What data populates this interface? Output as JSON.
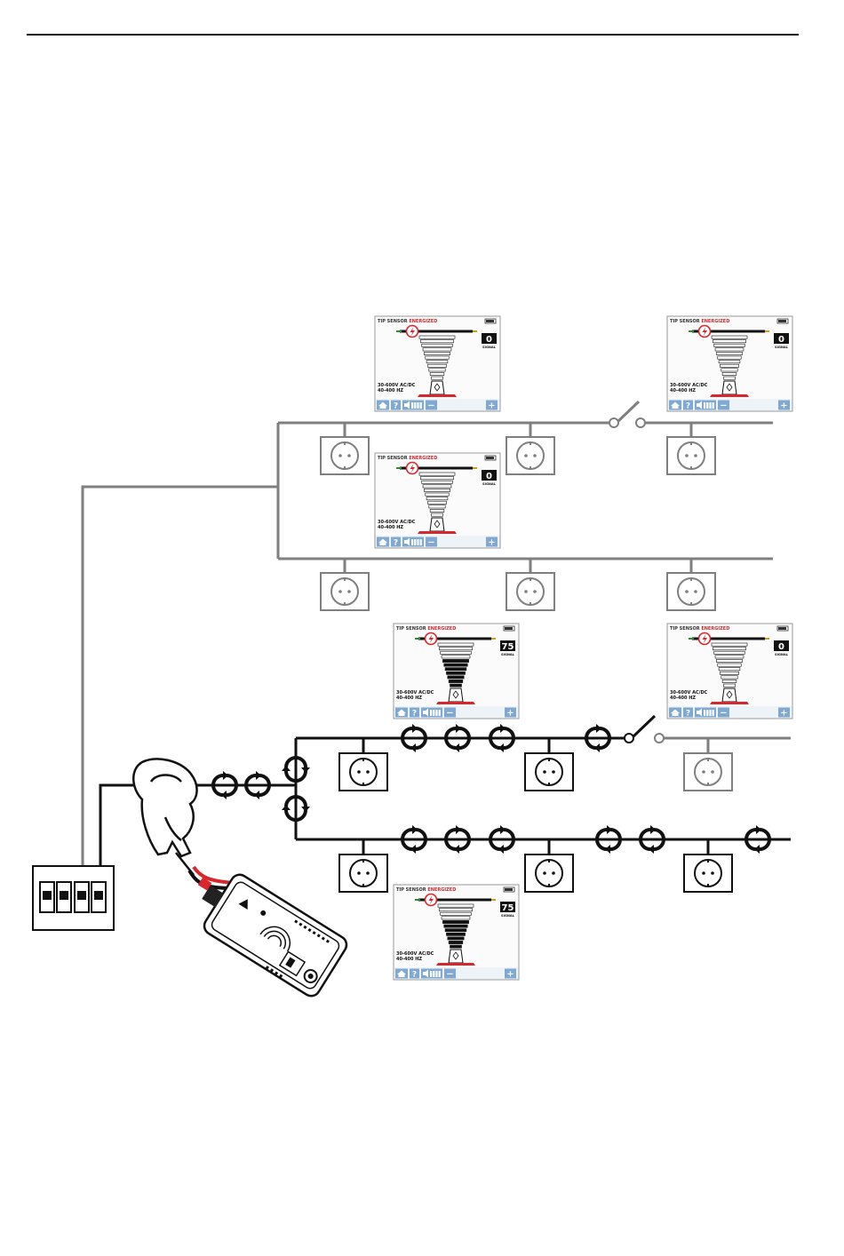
{
  "colors": {
    "wire_black": "#111111",
    "wire_grey": "#7f7f7f",
    "screen_red": "#d8262b",
    "screen_blue": "#7fa9d3",
    "screen_bg": "#fbfbfb"
  },
  "screen": {
    "title_prefix": "TIP SENSOR",
    "title_status": "ENERGIZED",
    "signal_label": "SIGNAL",
    "voltage_line1": "30-600V AC/DC",
    "voltage_line2": "40-400 HZ",
    "plus_label": "+",
    "minus_label": "−",
    "help_label": "?"
  },
  "screens": [
    {
      "id": "top-left",
      "signal": "0",
      "active_bars": 0
    },
    {
      "id": "top-right",
      "signal": "0",
      "active_bars": 0
    },
    {
      "id": "middle",
      "signal": "0",
      "active_bars": 0
    },
    {
      "id": "lower-left",
      "signal": "75",
      "active_bars": 7
    },
    {
      "id": "lower-right",
      "signal": "0",
      "active_bars": 0
    },
    {
      "id": "bottom",
      "signal": "75",
      "active_bars": 7
    }
  ],
  "icons": {
    "socket": "outlet-icon",
    "signal_arrow": "circular-arrow-icon",
    "switch": "switch-icon",
    "breaker": "breaker-panel-icon",
    "clamp": "clamp-icon",
    "transmitter": "transmitter-icon"
  }
}
